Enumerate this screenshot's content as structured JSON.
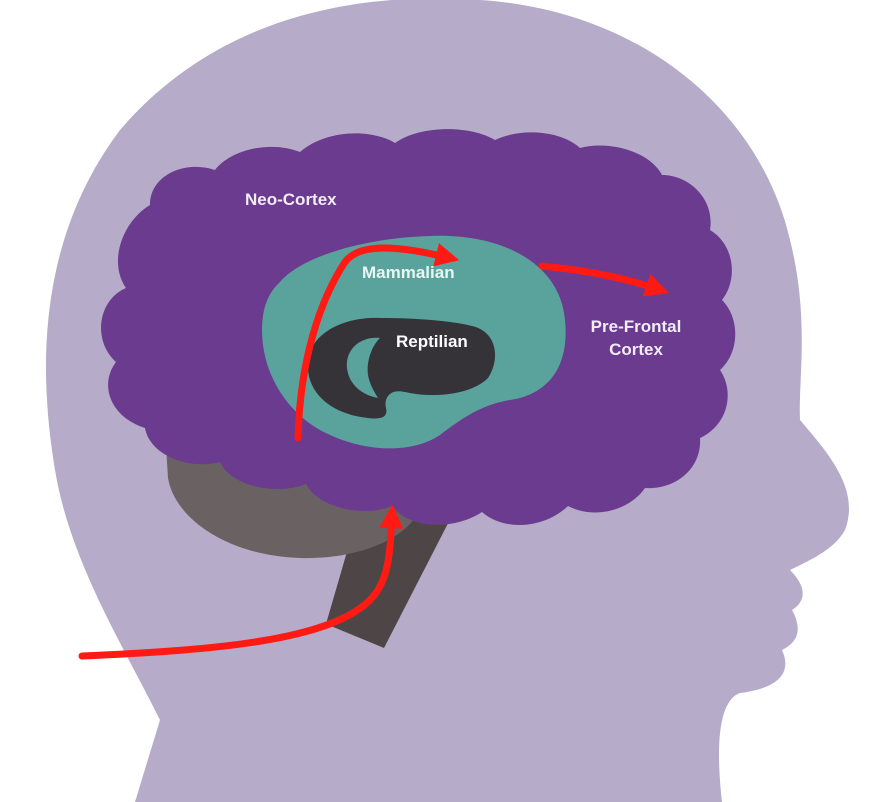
{
  "labels": {
    "neo_cortex": "Neo-Cortex",
    "mammalian": "Mammalian",
    "reptilian": "Reptilian",
    "prefrontal_line1": "Pre-Frontal",
    "prefrontal_line2": "Cortex"
  },
  "colors": {
    "background": "#ffffff",
    "head": "#b6abc8",
    "neo_cortex": "#6a3b8e",
    "mammalian": "#59a39c",
    "reptilian": "#353238",
    "cerebellum": "#6a6262",
    "brainstem": "#4e4646",
    "arrow": "#ff1a14",
    "label_on_purple": "#f2ecf6",
    "label_on_teal": "#e9f6f3",
    "label_on_dark": "#ffffff"
  },
  "icons": {
    "arrow_head": "arrowhead-icon"
  }
}
